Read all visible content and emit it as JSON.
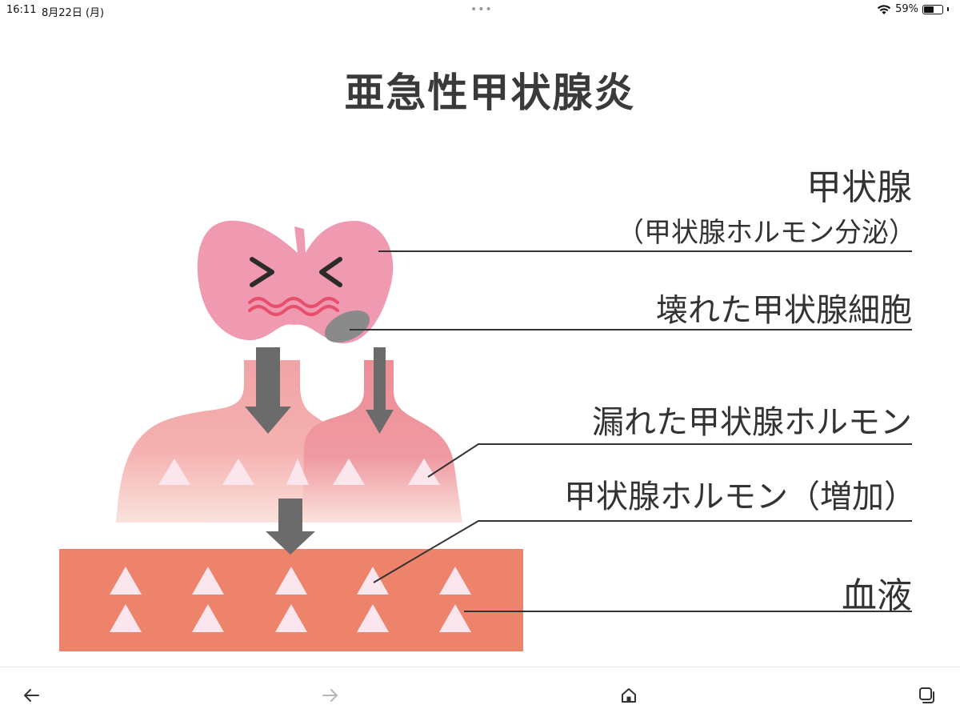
{
  "status_bar": {
    "time": "16:11",
    "date": "8月22日 (月)",
    "battery_text": "59%",
    "battery_level": 0.59,
    "icons": [
      "wifi-icon",
      "battery-icon"
    ]
  },
  "diagram": {
    "title": "亜急性甲状腺炎",
    "labels": {
      "thyroid": "甲状腺",
      "secretion": "（甲状腺ホルモン分泌）",
      "broken_cells": "壊れた甲状腺細胞",
      "leaked_hormone": "漏れた甲状腺ホルモン",
      "hormone_increase": "甲状腺ホルモン（増加）",
      "blood": "血液"
    },
    "colors": {
      "thyroid": "#ef9ab0",
      "damaged_cell": "#8a8a8a",
      "arrow": "#6b6b6b",
      "tissue_left": "#f1a3a6",
      "tissue_right": "#ee8d96",
      "blood": "#ee836b",
      "hormone_triangle": "#fbe6ee",
      "leader_line": "#333333"
    }
  },
  "nav": {
    "icons": [
      "back-arrow-icon",
      "forward-arrow-icon",
      "home-icon",
      "tabs-icon"
    ],
    "forward_enabled": false
  }
}
